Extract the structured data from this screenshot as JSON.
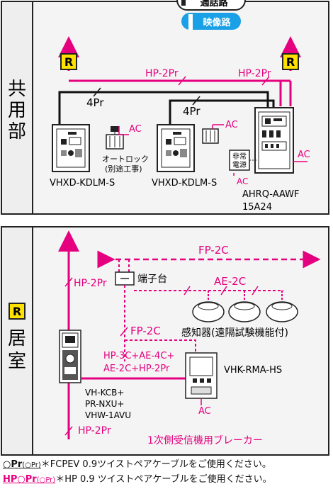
{
  "colors": {
    "accent": "#e5007f",
    "panel_fill": "#f4f4f4",
    "side_fill": "#eeeeee",
    "badge_fill": "#ffe100",
    "legend_fill": "#1aa0e6"
  },
  "legend": {
    "call_line": "通話路",
    "video_line": "映像路"
  },
  "common_area": {
    "side_label": "共用部",
    "badge_left": "R",
    "badge_right": "R",
    "cable_hp_left": "HP-2Pr",
    "cable_hp_right": "HP-2Pr",
    "cable_4pr_left": "4Pr",
    "cable_4pr_right": "4Pr",
    "ac_left": "AC",
    "ac_mid": "AC",
    "ac_right": "AC",
    "ac_bottom": "AC",
    "autolock_line1": "オートロック",
    "autolock_line2": "(別途工事)",
    "emergency_line1": "非常",
    "emergency_line2": "電源",
    "station_left": "VHXD-KDLM-S",
    "station_right": "VHXD-KDLM-S",
    "control_line1": "AHRQ-AAWF",
    "control_line2": "15A24"
  },
  "dwelling": {
    "side_badge": "R",
    "side_label": "居室",
    "cable_fp": "FP-2C",
    "cable_hp_top": "HP-2Pr",
    "terminal_label": "端子台",
    "cable_ae": "AE-2C",
    "sensor_label": "感知器(遠隔試験機能付)",
    "cable_fp_mid": "FP-2C",
    "combo_line1": "HP-3C+AE-4C+",
    "combo_line2": "AE-2C+HP-2Pr",
    "monitor_label": "VHK-RMA-HS",
    "door_line1": "VH-KCB+",
    "door_line2": "PR-NXU+",
    "door_line3": "VHW-1AVU",
    "ac": "AC",
    "cable_hp_bottom": "HP-2Pr",
    "breaker": "1次側受信機用ブレーカー"
  },
  "notes": [
    {
      "key": "○Pr",
      "key_small": "(○Pr)",
      "text": "＊FCPEV 0.9ツイストペアケーブルをご使用ください。"
    },
    {
      "key": "HP○Pr",
      "key_small": "(○Pr)",
      "text": "＊HP 0.9 ツイストペアケーブルをご使用ください。"
    }
  ]
}
